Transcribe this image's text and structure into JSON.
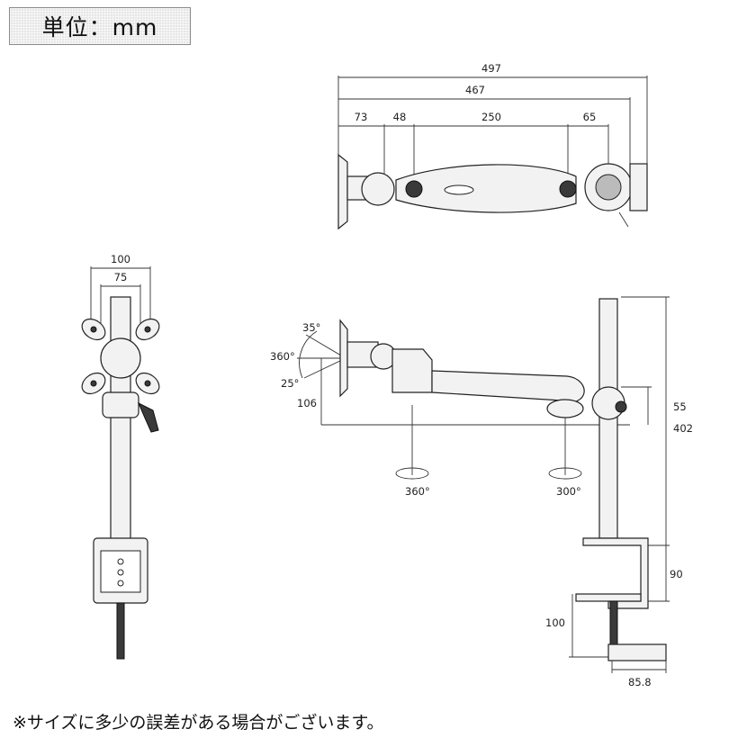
{
  "unit_label": "単位：mm",
  "note": "※サイズに多少の誤差がある場合がございます。",
  "top_view": {
    "d497": "497",
    "d467": "467",
    "d73": "73",
    "d48": "48",
    "d250": "250",
    "d65": "65"
  },
  "front_view": {
    "d100": "100",
    "d75": "75"
  },
  "side_view": {
    "tilt_up": "35°",
    "rotate": "360°",
    "tilt_down": "25°",
    "d106": "106",
    "d55": "55",
    "d402": "402",
    "d90": "90",
    "d100": "100",
    "d85_8": "85.8",
    "arm_rot_1": "360°",
    "arm_rot_2": "300°"
  }
}
